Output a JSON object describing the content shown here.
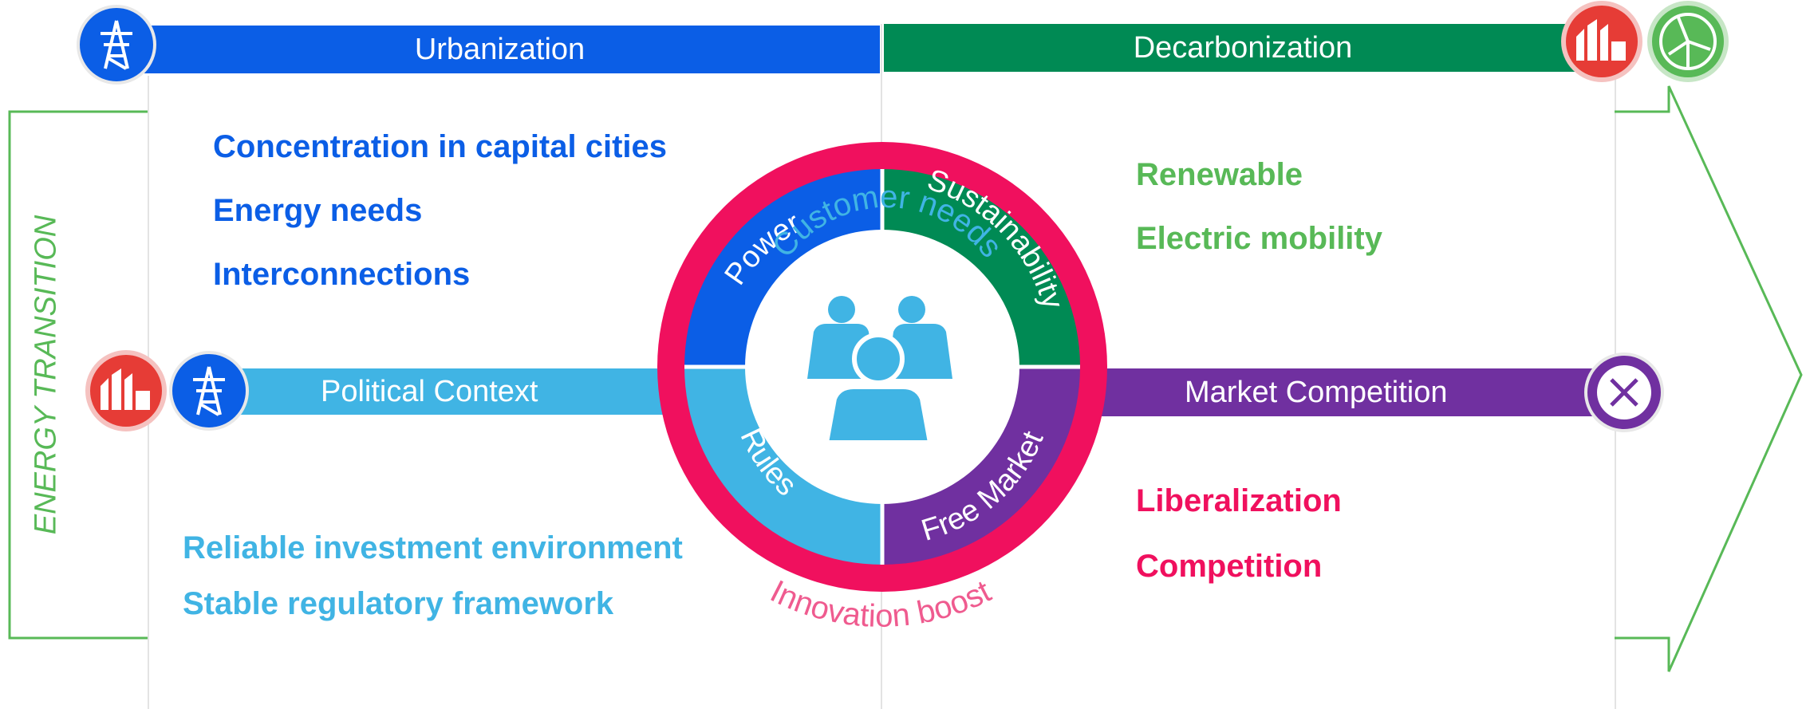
{
  "colors": {
    "blue": "#0b5ee6",
    "green": "#008a54",
    "light_green": "#58b957",
    "light_blue": "#40b4e4",
    "purple": "#7030a0",
    "pink": "#f0105e",
    "pink_text": "#ef5b8f",
    "red": "#e63c36"
  },
  "banners": {
    "urbanization": "Urbanization",
    "decarbonization": "Decarbonization",
    "political_context": "Political Context",
    "market_competition": "Market Competition"
  },
  "side_label": "ENERGY TRANSITION",
  "urbanization_points": [
    "Concentration in capital cities",
    "Energy needs",
    "Interconnections"
  ],
  "decarbonization_points": [
    "Renewable",
    "Electric mobility"
  ],
  "political_points": [
    "Reliable investment environment",
    "Stable regulatory framework"
  ],
  "market_points": [
    "Liberalization",
    "Competition"
  ],
  "wheel": {
    "center": "Customer needs",
    "outer": "Innovation boost",
    "segments": {
      "power": "Power",
      "sustainability": "Sustainability",
      "rules": "Rules",
      "free_market": "Free Market"
    }
  },
  "icons": [
    "power-pylon-icon",
    "factory-icon",
    "wind-turbine-icon",
    "close-x-icon",
    "people-group-icon"
  ]
}
